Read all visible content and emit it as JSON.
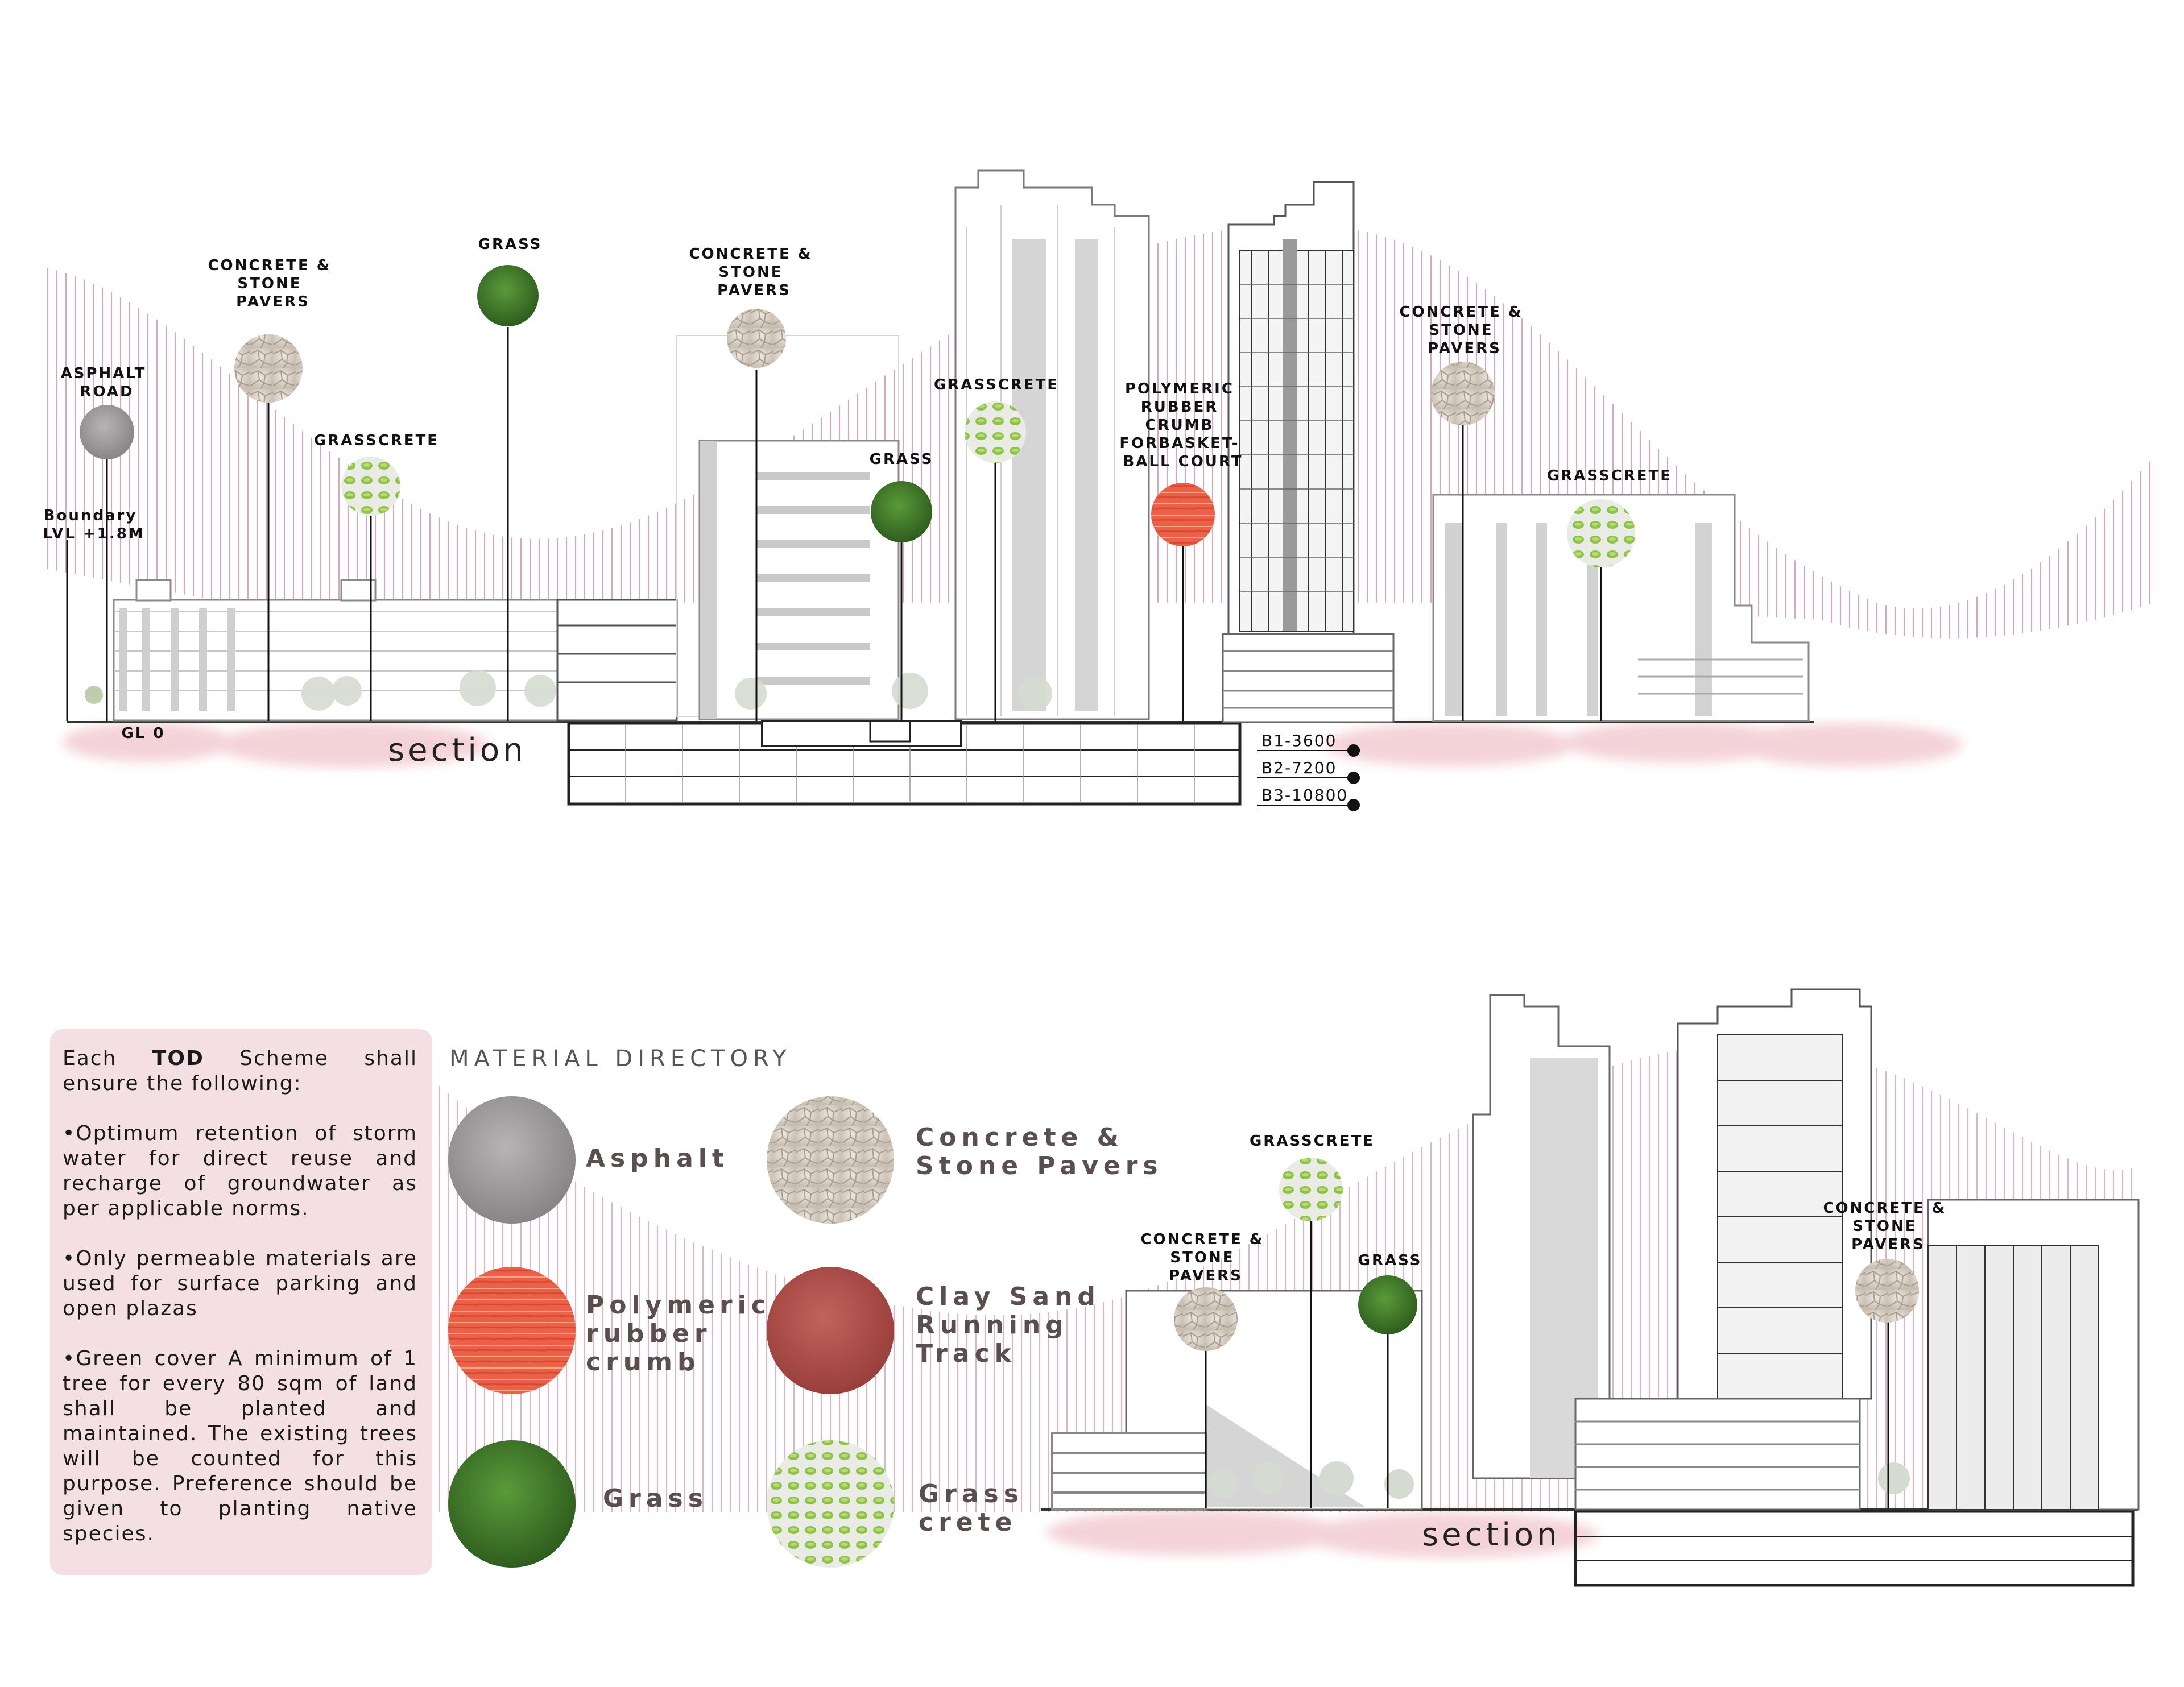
{
  "top_section": {
    "title": "section",
    "labels": {
      "asphalt_road": [
        "ASPHALT",
        "ROAD"
      ],
      "concrete_pavers_1": [
        "CONCRETE &",
        "STONE",
        "PAVERS"
      ],
      "grass_1": [
        "GRASS"
      ],
      "grasscrete_1": [
        "GRASSCRETE"
      ],
      "concrete_pavers_2": [
        "CONCRETE &",
        "STONE",
        "PAVERS"
      ],
      "grass_2": [
        "GRASS"
      ],
      "grasscrete_2": [
        "GRASSCRETE"
      ],
      "rubber": [
        "POLYMERIC",
        "RUBBER",
        "CRUMB",
        "FORBASKET-",
        "BALL COURT"
      ],
      "concrete_pavers_3": [
        "CONCRETE &",
        "STONE",
        "PAVERS"
      ],
      "grasscrete_3": [
        "GRASSCRETE"
      ]
    },
    "boundary": [
      "Boundary",
      "LVL +1.8M"
    ],
    "ground_level": "GL 0",
    "basements": [
      "B1-3600",
      "B2-7200",
      "B3-10800"
    ]
  },
  "bottom_section": {
    "title": "section",
    "labels": {
      "grasscrete": [
        "GRASSCRETE"
      ],
      "concrete_pavers_1": [
        "CONCRETE &",
        "STONE",
        "PAVERS"
      ],
      "grass": [
        "GRASS"
      ],
      "concrete_pavers_2": [
        "CONCRETE &",
        "STONE",
        "PAVERS"
      ]
    }
  },
  "directory": {
    "title": "MATERIAL DIRECTORY",
    "items": {
      "asphalt": [
        "Asphalt"
      ],
      "pavers": [
        "Concrete &",
        "Stone Pavers"
      ],
      "rubber": [
        "Polymeric",
        "rubber",
        "crumb"
      ],
      "clay": [
        "Clay Sand",
        "Running",
        "Track"
      ],
      "grass": [
        "Grass"
      ],
      "grasscrete": [
        "Grass",
        "crete"
      ]
    }
  },
  "notes": {
    "intro_pre": "Each ",
    "intro_bold": "TOD",
    "intro_post": " Scheme shall ensure the following:",
    "point_1": "•Optimum retention of storm water for direct reuse and recharge of groundwater as per applicable norms.",
    "point_2": "•Only permeable materials are used for surface parking and open plazas",
    "point_3": "•Green cover A minimum of 1 tree for every 80 sqm of land shall be planted and maintained. The existing trees will be counted for this purpose. Preference should be given to planting native species."
  },
  "colors": {
    "pink_hatch": "#d9a9b4",
    "ground_pink": "#f0c4cc",
    "grass_green": "#3f7a2a",
    "grasscrete_green": "#8fc24a",
    "rubber_red": "#ec6048",
    "clay_red": "#b4514d",
    "asphalt_grey": "#9a9898",
    "paver_beige": "#d8cfc4",
    "building_line": "#8a8a8a"
  }
}
